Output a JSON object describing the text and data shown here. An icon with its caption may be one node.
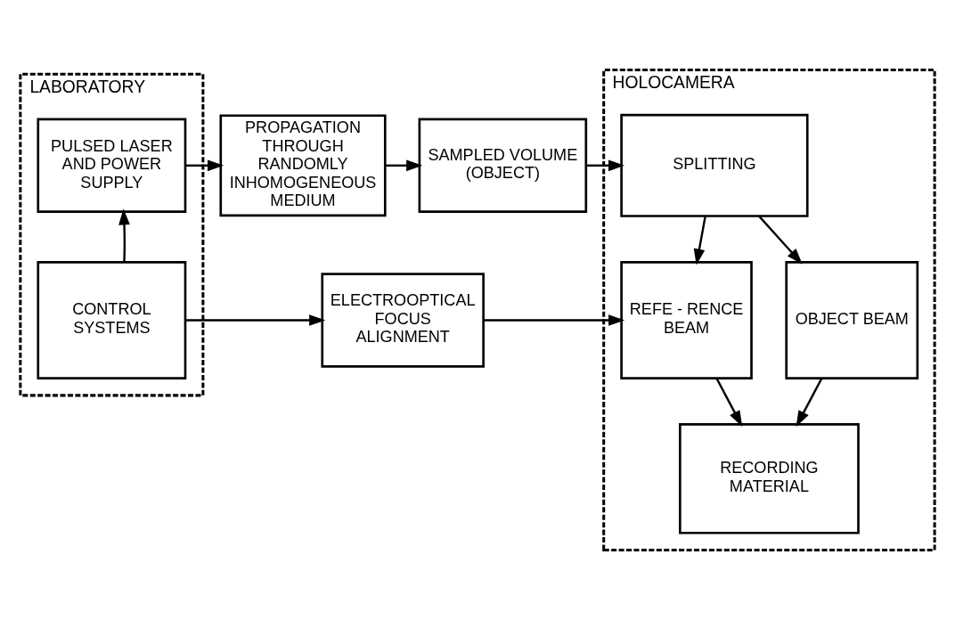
{
  "diagram": {
    "nodes": [
      {
        "text": [
          "LABORATORY"
        ]
      },
      {
        "text": [
          "PULSED LASER AND POWER SUPPLY"
        ],
        "in": 0
      },
      {
        "text": [
          "CONTROL SYSTEMS"
        ],
        "in": 0
      },
      {
        "text": [
          "PROPAGATION THROUGH RANDOMLY INHOMOGENEOUS MEDIUM"
        ]
      },
      {
        "text": [
          "SAMPLED VOLUME (OBJECT)"
        ]
      },
      {
        "text": [
          "ELECTROOPTICAL FOCUS ALIGNMENT"
        ]
      },
      {
        "text": [
          "HOLOCAMERA"
        ]
      },
      {
        "text": [
          "SPLITTING"
        ],
        "in": 6
      },
      {
        "text": [
          "REFE - RENCE BEAM"
        ],
        "in": 6
      },
      {
        "text": [
          "OBJECT BEAM"
        ],
        "in": 6
      },
      {
        "text": [
          "RECORDING MATERIAL"
        ],
        "in": 6
      }
    ],
    "edges": [
      {
        "from": 1,
        "to": 3,
        "arrow": "to"
      },
      {
        "from": 3,
        "to": 4,
        "arrow": "to"
      },
      {
        "from": 4,
        "to": 7,
        "arrow": "to"
      },
      {
        "from": 2,
        "to": 1,
        "arrow": "to"
      },
      {
        "from": 2,
        "to": 5,
        "arrow": "to"
      },
      {
        "from": 5,
        "to": 8,
        "arrow": "to"
      },
      {
        "from": 7,
        "to": 8,
        "arrow": "to"
      },
      {
        "from": 7,
        "to": 9,
        "arrow": "to"
      },
      {
        "from": 8,
        "to": 10,
        "arrow": "to"
      },
      {
        "from": 9,
        "to": 10,
        "arrow": "to"
      }
    ]
  }
}
